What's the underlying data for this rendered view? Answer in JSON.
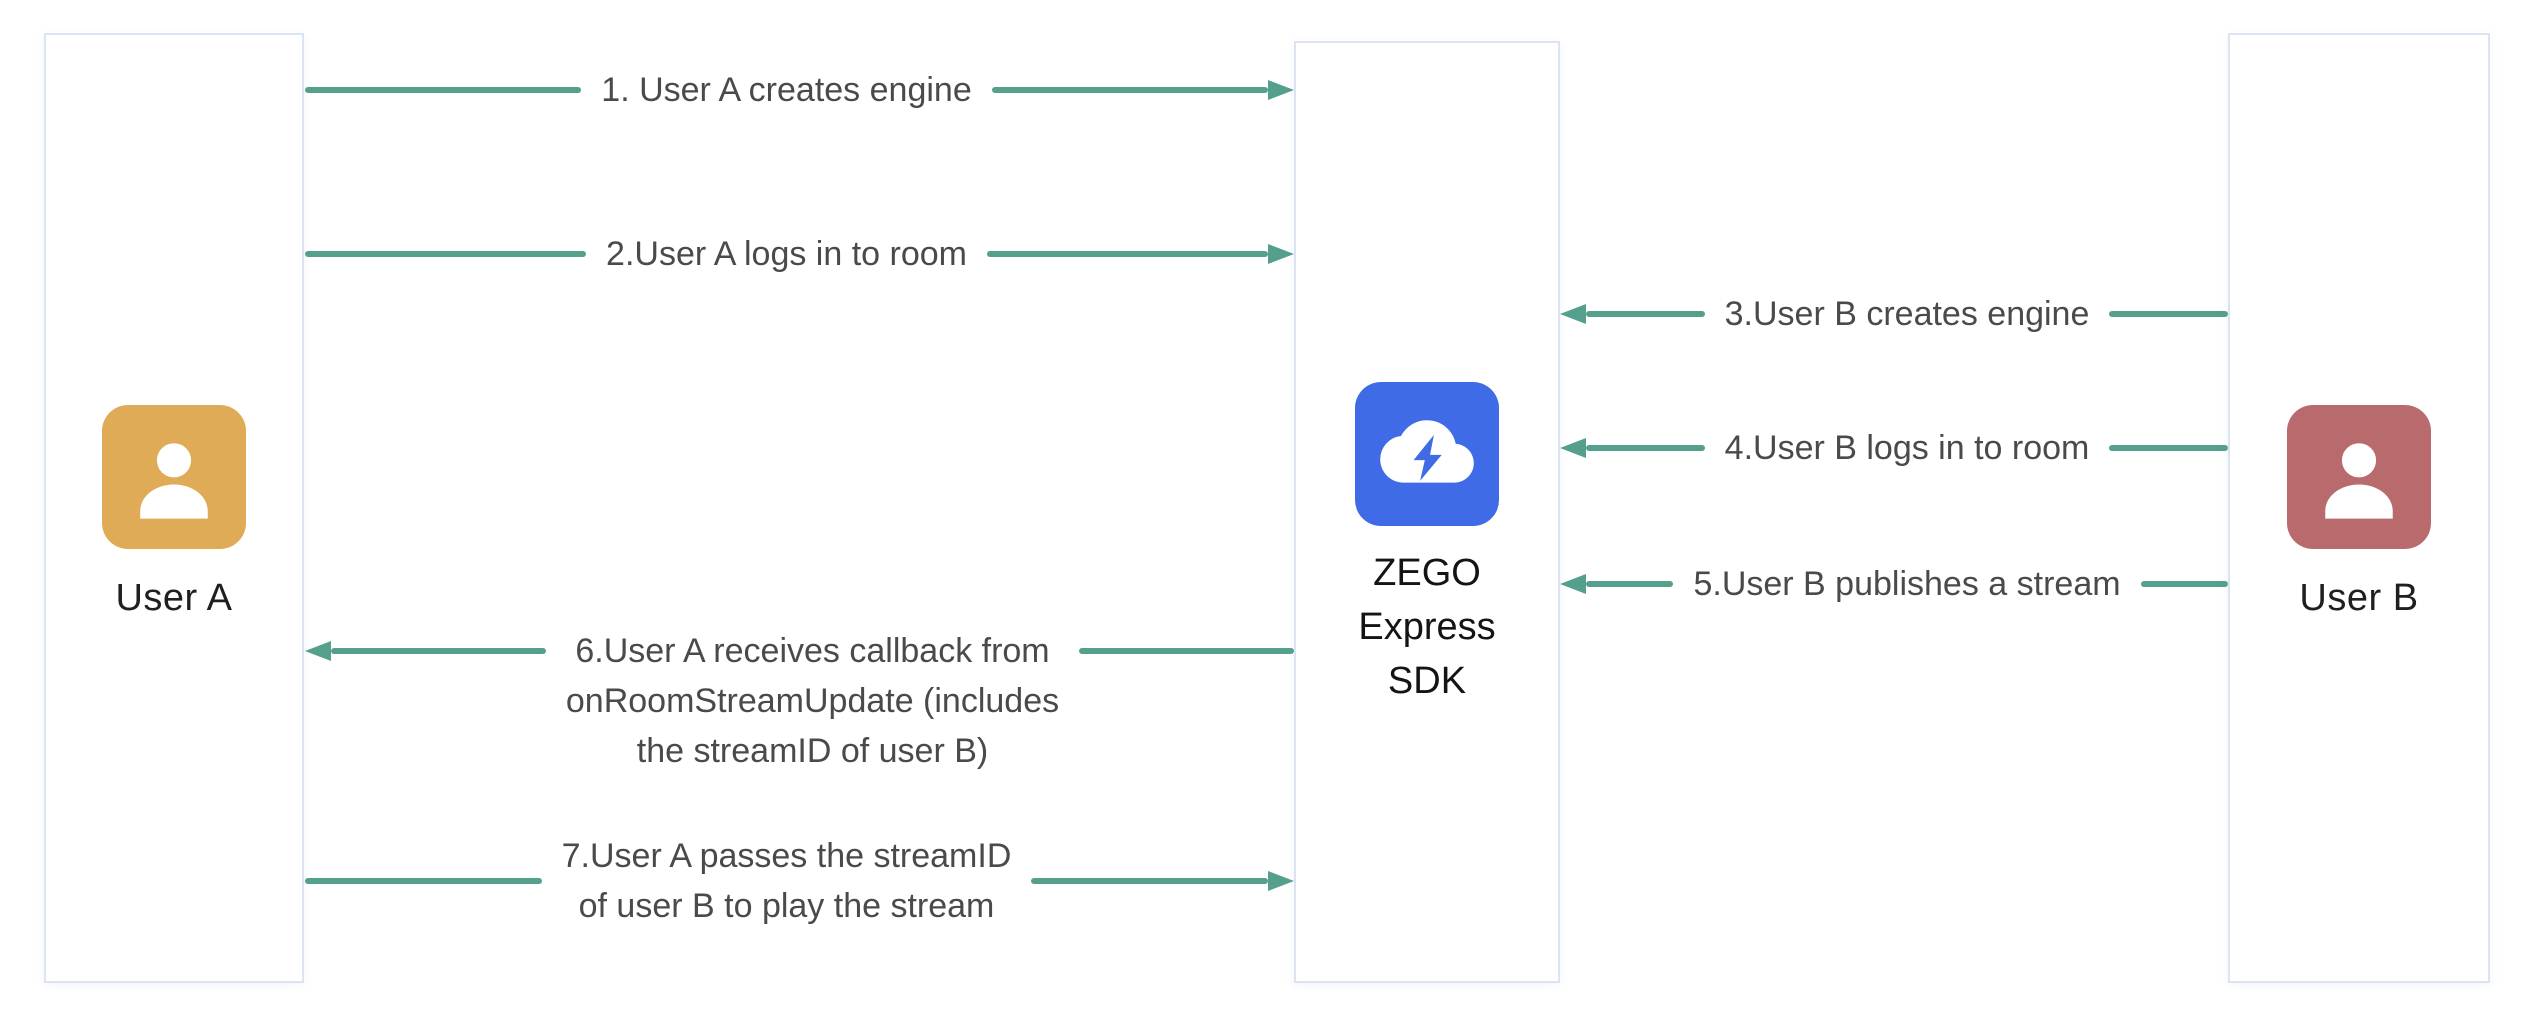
{
  "actors": [
    {
      "id": "user-a",
      "label": "User A",
      "icon": "person-icon",
      "avatar_color": "#E0AB56"
    },
    {
      "id": "zego-express-sdk",
      "label": "ZEGO Express SDK",
      "label_lines": [
        "ZEGO",
        "Express",
        "SDK"
      ],
      "icon": "cloud-lightning-icon",
      "avatar_color": "#3F6CE6"
    },
    {
      "id": "user-b",
      "label": "User B",
      "icon": "person-icon",
      "avatar_color": "#B96A6C"
    }
  ],
  "arrows": [
    {
      "step": 1,
      "from": "User A",
      "to": "ZEGO Express SDK",
      "direction": "right",
      "label": "1. User A creates engine"
    },
    {
      "step": 2,
      "from": "User A",
      "to": "ZEGO Express SDK",
      "direction": "right",
      "label": "2.User A logs in to room"
    },
    {
      "step": 3,
      "from": "User B",
      "to": "ZEGO Express SDK",
      "direction": "left",
      "label": "3.User B creates engine"
    },
    {
      "step": 4,
      "from": "User B",
      "to": "ZEGO Express SDK",
      "direction": "left",
      "label": "4.User B logs in to room"
    },
    {
      "step": 5,
      "from": "User B",
      "to": "ZEGO Express SDK",
      "direction": "left",
      "label": "5.User B publishes a stream"
    },
    {
      "step": 6,
      "from": "ZEGO Express SDK",
      "to": "User A",
      "direction": "left",
      "lines": [
        "6.User A receives callback from",
        "onRoomStreamUpdate (includes",
        "the streamID of user B)"
      ]
    },
    {
      "step": 7,
      "from": "User A",
      "to": "ZEGO Express SDK",
      "direction": "right",
      "lines": [
        "7.User A passes the streamID",
        "of user B to play the stream"
      ]
    }
  ],
  "colors": {
    "arrow": "#55A08D",
    "box_border": "#DCE3F2",
    "user_a_avatar": "#E0AB56",
    "user_b_avatar": "#B96A6C",
    "sdk_tile": "#3F6CE6",
    "arrow_label_text": "#4A4A4A",
    "actor_label_text": "#1F1F1F"
  }
}
